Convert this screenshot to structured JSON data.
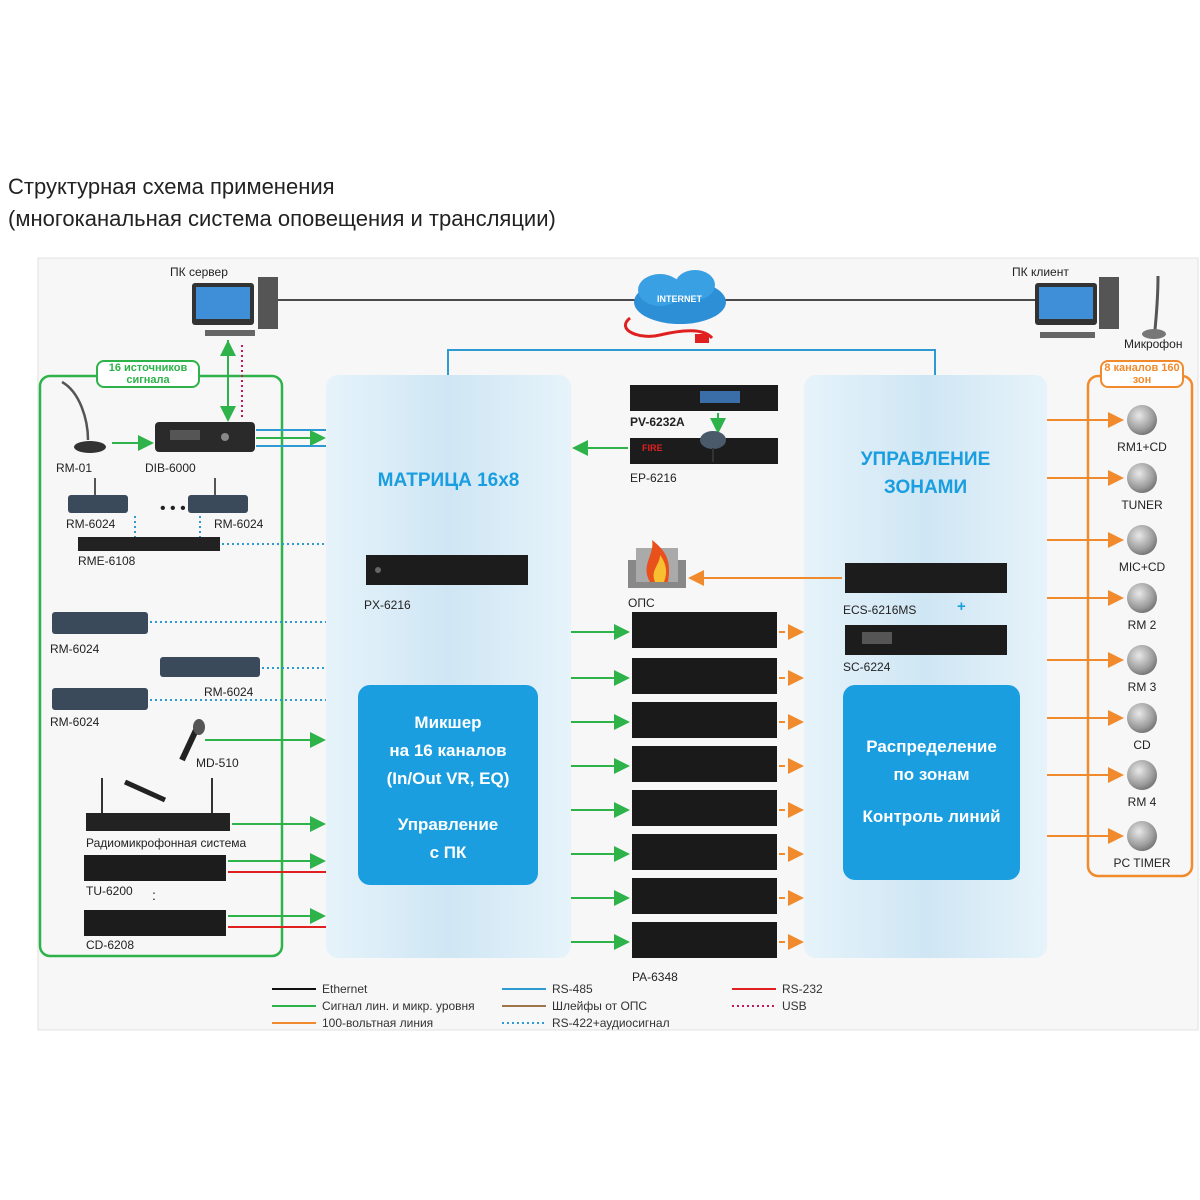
{
  "title": {
    "line1": "Структурная схема применения",
    "line2": "(многоканальная система оповещения и трансляции)"
  },
  "top": {
    "pc_server": "ПК сервер",
    "pc_client": "ПК клиент",
    "microphone": "Микрофон",
    "internet": "INTERNET"
  },
  "sources": {
    "tag": "16 источников сигнала",
    "rm01": "RM-01",
    "dib6000": "DIB-6000",
    "rm6024_a": "RM-6024",
    "rm6024_b": "RM-6024",
    "rme6108": "RME-6108",
    "rm6024_c": "RM-6024",
    "rm6024_d": "RM-6024",
    "rm6024_e": "RM-6024",
    "md510": "MD-510",
    "radio": "Радиомикрофонная система",
    "tu6200": "TU-6200",
    "cd6208": "CD-6208"
  },
  "matrix": {
    "title_line1": "МАТРИЦА 16х8",
    "px6216": "PX-6216",
    "mixer_line1": "Микшер",
    "mixer_line2": "на 16 каналов",
    "mixer_line3": "(In/Out VR, EQ)",
    "control_line1": "Управление",
    "control_line2": "с ПК"
  },
  "middle": {
    "pv6232a": "PV-6232A",
    "ep6216": "EP-6216",
    "fire": "FIRE",
    "ops": "ОПС",
    "pa6348": "PA-6348"
  },
  "zones": {
    "title_line1": "УПРАВЛЕНИЕ",
    "title_line2": "ЗОНАМИ",
    "ecs": "ECS-6216MS",
    "plus": "+",
    "sc6224": "SC-6224",
    "dist_line1": "Распределение",
    "dist_line2": "по зонам",
    "control_lines": "Контроль линий"
  },
  "outputs": {
    "tag": "8 каналов 160 зон",
    "items": [
      "RM1+CD",
      "TUNER",
      "MIC+CD",
      "RM 2",
      "RM 3",
      "CD",
      "RM 4",
      "PC TIMER"
    ]
  },
  "legend": {
    "ethernet": "Ethernet",
    "line_signal": "Сигнал лин. и микр. уровня",
    "line_100v": "100-вольтная линия",
    "rs485": "RS-485",
    "ops_loops": "Шлейфы от ОПС",
    "rs422": "RS-422+аудиосигнал",
    "rs232": "RS-232",
    "usb": "USB"
  },
  "colors": {
    "green": "#2db34a",
    "orange": "#f08a2c",
    "blue": "#2d9bd2",
    "red": "#e02020",
    "panel": "#d6ebf6",
    "inner": "#1a9ee0",
    "pink": "#c2185b",
    "brown": "#a0744a"
  }
}
